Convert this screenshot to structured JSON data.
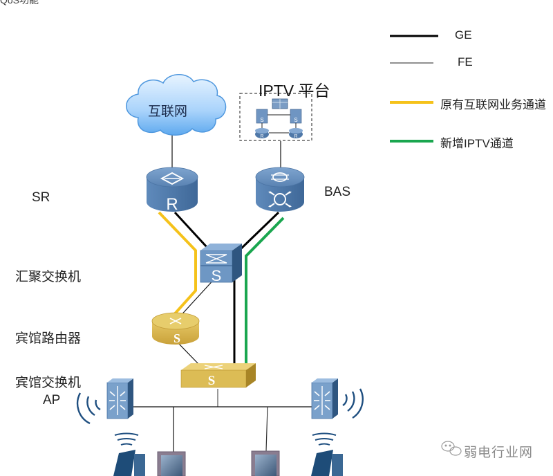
{
  "page": {
    "cut_off_header": "QoS功能"
  },
  "legend": {
    "items": [
      {
        "label": "GE",
        "color": "#000000",
        "style": "thick"
      },
      {
        "label": "FE",
        "color": "#000000",
        "style": "thin"
      },
      {
        "label": "原有互联网业务通道",
        "color": "#f5c21b",
        "style": "thick"
      },
      {
        "label": "新增IPTV通道",
        "color": "#1aa64f",
        "style": "thick"
      }
    ]
  },
  "nodes": {
    "internet": {
      "label": "互联网",
      "icon": "cloud-icon"
    },
    "iptv_platform": {
      "label": "IPTV 平台",
      "icon": "server-cluster-icon"
    },
    "sr": {
      "label": "SR",
      "glyph": "R",
      "icon": "router-icon"
    },
    "bas": {
      "label": "BAS",
      "icon": "bas-router-icon"
    },
    "aggregation_switch": {
      "label": "汇聚交换机",
      "glyph": "S",
      "icon": "switch-icon"
    },
    "hotel_router": {
      "label": "宾馆路由器",
      "glyph": "S",
      "icon": "router-icon"
    },
    "hotel_switch": {
      "label": "宾馆交换机",
      "glyph": "S",
      "icon": "switch-icon"
    },
    "ap": {
      "label": "AP",
      "icon": "access-point-icon"
    },
    "iptv_sub": {
      "switch_glyph": "S",
      "router_glyph": "R"
    }
  },
  "watermark": {
    "text": "弱电行业网",
    "icon": "wechat-icon"
  },
  "colors": {
    "internet_channel": "#f5c21b",
    "iptv_channel": "#1aa64f",
    "device_blue": "#5d86b5",
    "device_gold": "#d9b54a"
  }
}
